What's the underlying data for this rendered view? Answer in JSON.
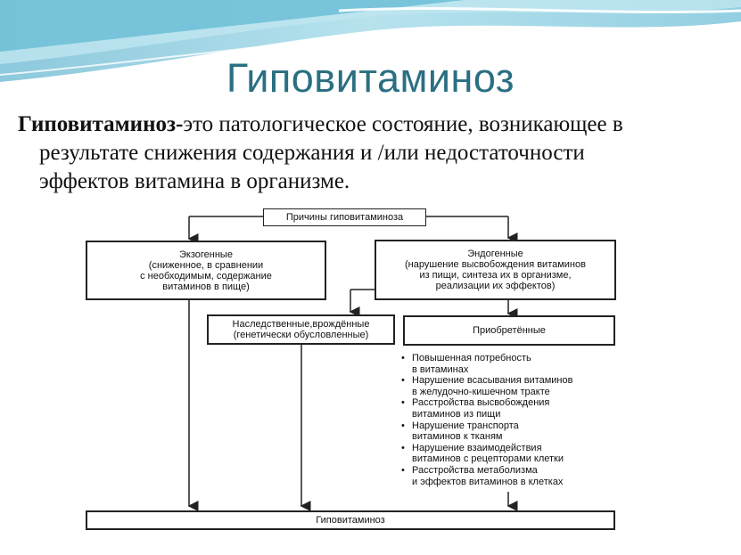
{
  "title": "Гиповитаминоз",
  "definition": {
    "term": "Гиповитаминоз-",
    "line1": "это патологическое состояние, возникающее в",
    "line2": "результате снижения содержания и /или недостаточности",
    "line3": "эффектов витамина в организме."
  },
  "diagram": {
    "root": "Причины гиповитаминоза",
    "exogenous": [
      "Экзогенные",
      "(сниженное, в сравнении",
      "с необходимым, содержание",
      "витаминов в пище)"
    ],
    "endogenous": [
      "Эндогенные",
      "(нарушение высвобождения витаминов",
      "из пищи, синтеза их в организме,",
      "реализации их эффектов)"
    ],
    "hereditary": [
      "Наследственные,врождённые",
      "(генетически обусловленные)"
    ],
    "acquired": "Приобретённые",
    "acquired_items": [
      [
        "Повышенная потребность",
        "в витаминах"
      ],
      [
        "Нарушение всасывания витаминов",
        "в желудочно-кишечном тракте"
      ],
      [
        "Расстройства высвобождения",
        "витаминов из пищи"
      ],
      [
        "Нарушение транспорта",
        "витаминов к тканям"
      ],
      [
        "Нарушение взаимодействия",
        "витаминов с рецепторами клетки"
      ],
      [
        "Расстройства метаболизма",
        "и эффектов витаминов в клетках"
      ]
    ],
    "bullet": "•",
    "result": "Гиповитаминоз"
  }
}
